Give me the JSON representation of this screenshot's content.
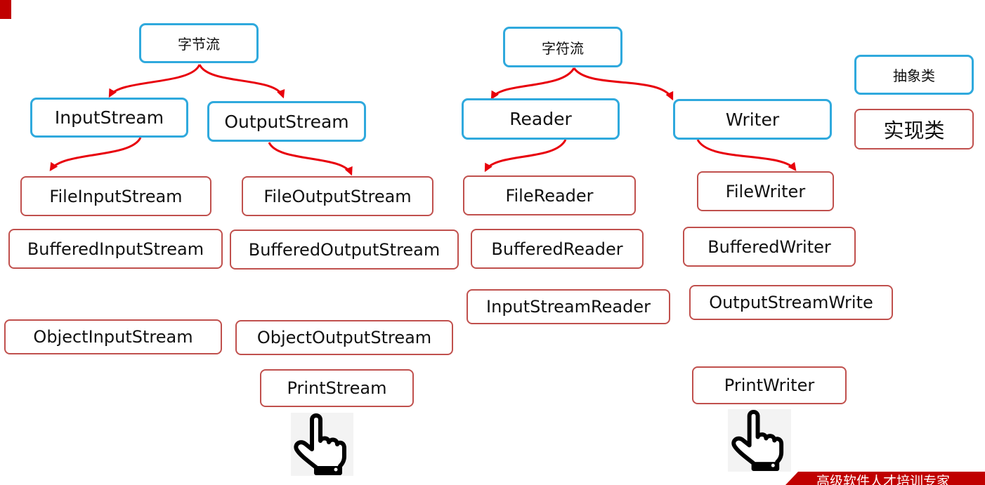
{
  "colors": {
    "abstract_border": "#2fa9dd",
    "impl_border": "#c0504d",
    "arrow": "#e8000b",
    "footer_bg": "#c00000"
  },
  "legend": {
    "abstract": "抽象类",
    "impl": "实现类"
  },
  "byte_stream": {
    "root": "字节流",
    "input": {
      "name": "InputStream",
      "classes": [
        "FileInputStream",
        "BufferedInputStream",
        "ObjectInputStream"
      ]
    },
    "output": {
      "name": "OutputStream",
      "classes": [
        "FileOutputStream",
        "BufferedOutputStream",
        "ObjectOutputStream",
        "PrintStream"
      ]
    }
  },
  "char_stream": {
    "root": "字符流",
    "reader": {
      "name": "Reader",
      "classes": [
        "FileReader",
        "BufferedReader",
        "InputStreamReader"
      ]
    },
    "writer": {
      "name": "Writer",
      "classes": [
        "FileWriter",
        "BufferedWriter",
        "OutputStreamWrite",
        "PrintWriter"
      ]
    }
  },
  "icons": [
    "pointing-hand-icon",
    "pointing-hand-icon"
  ],
  "footer": {
    "text": "高级软件人才培训专家"
  }
}
